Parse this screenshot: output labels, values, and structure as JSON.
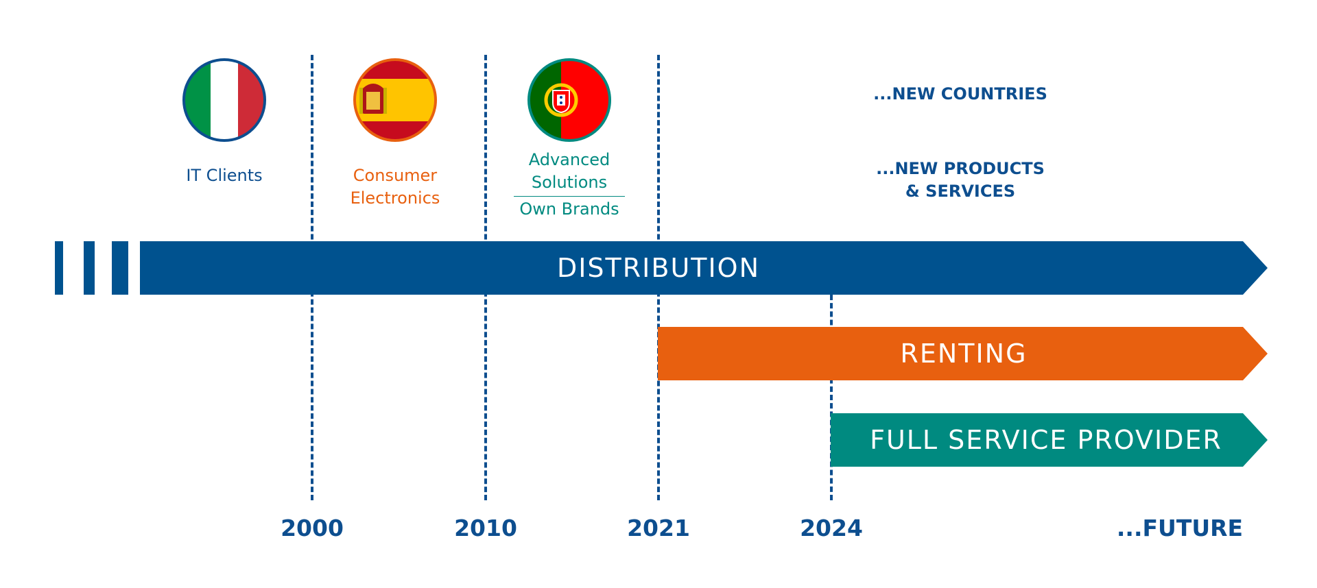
{
  "colors": {
    "navy": "#00528f",
    "dash": "#0d4e8f",
    "orange": "#e8600f",
    "teal": "#008a80",
    "white": "#ffffff"
  },
  "markets": [
    {
      "flag": "italy-flag",
      "label_lines": [
        "IT Clients"
      ],
      "color": "#0d4e8f"
    },
    {
      "flag": "spain-flag",
      "label_lines": [
        "Consumer",
        "Electronics"
      ],
      "color": "#e8600f"
    },
    {
      "flag": "portugal-flag",
      "label_lines": [
        "Advanced",
        "Solutions",
        "Own Brands"
      ],
      "color": "#008a80"
    }
  ],
  "future_notes": {
    "countries": "...NEW COUNTRIES",
    "products_line1": "...NEW PRODUCTS",
    "products_line2": "& SERVICES"
  },
  "bands": {
    "distribution": "DISTRIBUTION",
    "renting": "RENTING",
    "full_service": "FULL SERVICE PROVIDER"
  },
  "years": [
    "2000",
    "2010",
    "2021",
    "2024",
    "...FUTURE"
  ]
}
